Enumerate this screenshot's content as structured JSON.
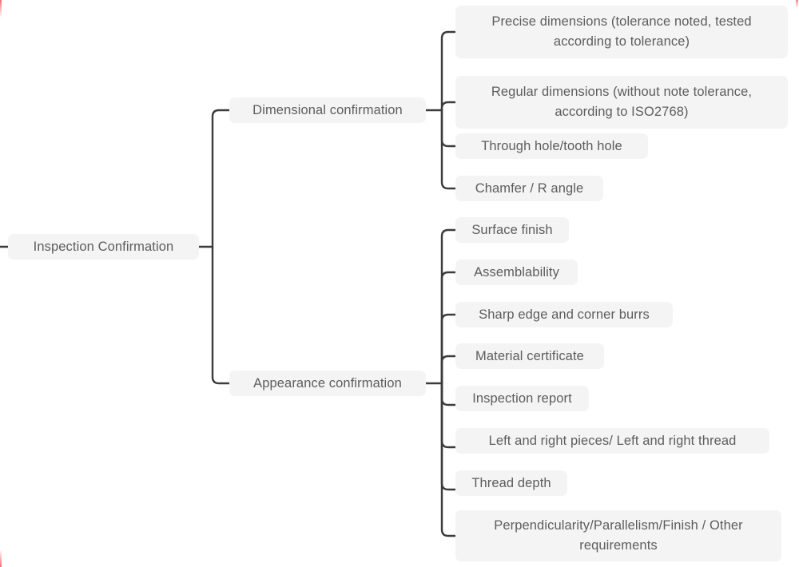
{
  "diagram": {
    "type": "mind-map-tree",
    "orientation": "left-to-right",
    "background_color": "#ffffff",
    "node_fill_color": "#f4f4f5",
    "node_text_color": "#5d5d5d",
    "connector_color": "#3b3b3b",
    "accent_color": "#f2535f",
    "root": {
      "label": "Inspection Confirmation"
    },
    "branches": [
      {
        "label": "Dimensional confirmation",
        "leaves": [
          {
            "label": "Precise dimensions (tolerance noted, tested according to tolerance)"
          },
          {
            "label": "Regular dimensions (without note tolerance, according to ISO2768)"
          },
          {
            "label": "Through hole/tooth hole"
          },
          {
            "label": "Chamfer / R angle"
          }
        ]
      },
      {
        "label": "Appearance confirmation",
        "leaves": [
          {
            "label": "Surface finish"
          },
          {
            "label": "Assemblability"
          },
          {
            "label": "Sharp edge and corner burrs"
          },
          {
            "label": "Material certificate"
          },
          {
            "label": "Inspection report"
          },
          {
            "label": "Left and right pieces/ Left and right thread"
          },
          {
            "label": "Thread depth"
          },
          {
            "label": "Perpendicularity/Parallelism/Finish / Other requirements"
          }
        ]
      }
    ]
  }
}
